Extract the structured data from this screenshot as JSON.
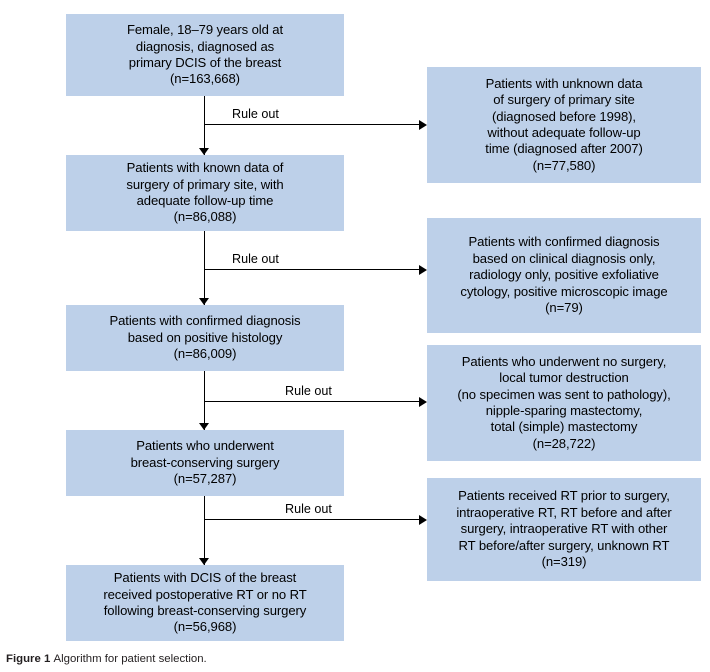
{
  "figure": {
    "caption_label": "Figure 1",
    "caption_text": "Algorithm for patient selection.",
    "box_fill_color": "#bdd0e9",
    "line_color": "#000000"
  },
  "flow": {
    "included": [
      {
        "id": "eligible-cohort",
        "text": "Female, 18–79 years old at\ndiagnosis, diagnosed as\nprimary DCIS of the breast\n(n=163,668)",
        "n": "163,668"
      },
      {
        "id": "known-surgery-data",
        "text": "Patients with known data of\nsurgery of primary site, with\nadequate follow-up time\n(n=86,088)",
        "n": "86,088"
      },
      {
        "id": "positive-histology",
        "text": "Patients with confirmed diagnosis\nbased on positive histology\n(n=86,009)",
        "n": "86,009"
      },
      {
        "id": "breast-conserving-surgery",
        "text": "Patients who underwent\nbreast-conserving surgery\n(n=57,287)",
        "n": "57,287"
      },
      {
        "id": "final-cohort",
        "text": "Patients with DCIS of the breast\nreceived postoperative RT or no RT\nfollowing breast-conserving surgery\n(n=56,968)",
        "n": "56,968"
      }
    ],
    "excluded": [
      {
        "id": "unknown-surgery-data",
        "text": "Patients with unknown data\nof surgery of primary site\n(diagnosed before 1998),\nwithout adequate follow-up\ntime (diagnosed after 2007)\n(n=77,580)",
        "n": "77,580"
      },
      {
        "id": "non-histologic-diagnosis",
        "text": "Patients with confirmed diagnosis\nbased on clinical diagnosis only,\nradiology only, positive exfoliative\ncytology, positive microscopic image\n(n=79)",
        "n": "79"
      },
      {
        "id": "no-surgery-or-mastectomy",
        "text": "Patients who underwent no surgery,\nlocal tumor destruction\n(no specimen was sent to pathology),\nnipple-sparing mastectomy,\ntotal (simple) mastectomy\n(n=28,722)",
        "n": "28,722"
      },
      {
        "id": "non-postoperative-rt",
        "text": "Patients received RT prior to surgery,\nintraoperative RT, RT before and after\nsurgery, intraoperative RT with other\nRT before/after surgery, unknown RT\n(n=319)",
        "n": "319"
      }
    ],
    "rule_out_labels": [
      "Rule out",
      "Rule out",
      "Rule out",
      "Rule out"
    ]
  }
}
